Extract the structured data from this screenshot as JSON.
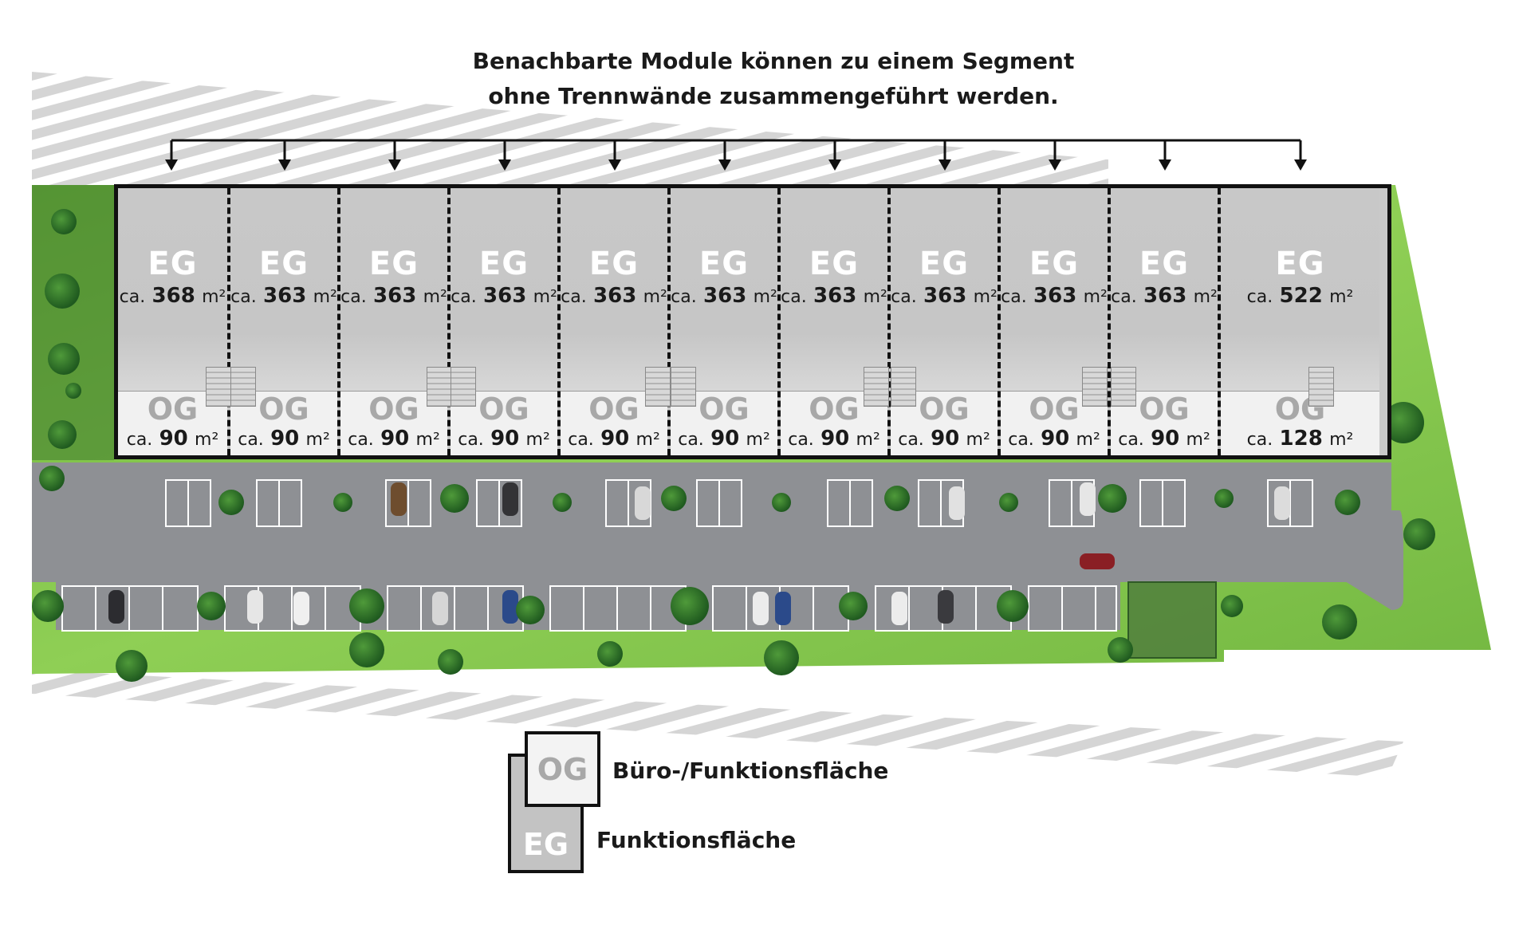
{
  "caption": {
    "line1": "Benachbarte Module können zu einem Segment",
    "line2": "ohne Trennwände zusammengeführt werden."
  },
  "modules": [
    {
      "eg": {
        "code": "EG",
        "prefix": "ca.",
        "value": "368",
        "unit": "m²"
      },
      "og": {
        "code": "OG",
        "prefix": "ca.",
        "value": "90",
        "unit": "m²"
      }
    },
    {
      "eg": {
        "code": "EG",
        "prefix": "ca.",
        "value": "363",
        "unit": "m²"
      },
      "og": {
        "code": "OG",
        "prefix": "ca.",
        "value": "90",
        "unit": "m²"
      }
    },
    {
      "eg": {
        "code": "EG",
        "prefix": "ca.",
        "value": "363",
        "unit": "m²"
      },
      "og": {
        "code": "OG",
        "prefix": "ca.",
        "value": "90",
        "unit": "m²"
      }
    },
    {
      "eg": {
        "code": "EG",
        "prefix": "ca.",
        "value": "363",
        "unit": "m²"
      },
      "og": {
        "code": "OG",
        "prefix": "ca.",
        "value": "90",
        "unit": "m²"
      }
    },
    {
      "eg": {
        "code": "EG",
        "prefix": "ca.",
        "value": "363",
        "unit": "m²"
      },
      "og": {
        "code": "OG",
        "prefix": "ca.",
        "value": "90",
        "unit": "m²"
      }
    },
    {
      "eg": {
        "code": "EG",
        "prefix": "ca.",
        "value": "363",
        "unit": "m²"
      },
      "og": {
        "code": "OG",
        "prefix": "ca.",
        "value": "90",
        "unit": "m²"
      }
    },
    {
      "eg": {
        "code": "EG",
        "prefix": "ca.",
        "value": "363",
        "unit": "m²"
      },
      "og": {
        "code": "OG",
        "prefix": "ca.",
        "value": "90",
        "unit": "m²"
      }
    },
    {
      "eg": {
        "code": "EG",
        "prefix": "ca.",
        "value": "363",
        "unit": "m²"
      },
      "og": {
        "code": "OG",
        "prefix": "ca.",
        "value": "90",
        "unit": "m²"
      }
    },
    {
      "eg": {
        "code": "EG",
        "prefix": "ca.",
        "value": "363",
        "unit": "m²"
      },
      "og": {
        "code": "OG",
        "prefix": "ca.",
        "value": "90",
        "unit": "m²"
      }
    },
    {
      "eg": {
        "code": "EG",
        "prefix": "ca.",
        "value": "363",
        "unit": "m²"
      },
      "og": {
        "code": "OG",
        "prefix": "ca.",
        "value": "90",
        "unit": "m²"
      }
    },
    {
      "eg": {
        "code": "EG",
        "prefix": "ca.",
        "value": "522",
        "unit": "m²"
      },
      "og": {
        "code": "OG",
        "prefix": "ca.",
        "value": "128",
        "unit": "m²"
      }
    }
  ],
  "legend": {
    "og": {
      "code": "OG",
      "label": "Büro-/Funktionsfläche"
    },
    "eg": {
      "code": "EG",
      "label": "Funktionsfläche"
    }
  },
  "colors": {
    "eg_fill": "#c8c8c8",
    "og_fill": "#f1f1f1",
    "grass": "#7fc24a",
    "asphalt": "#8e9094",
    "hatch": "#d9d9d9",
    "outline": "#111111"
  }
}
